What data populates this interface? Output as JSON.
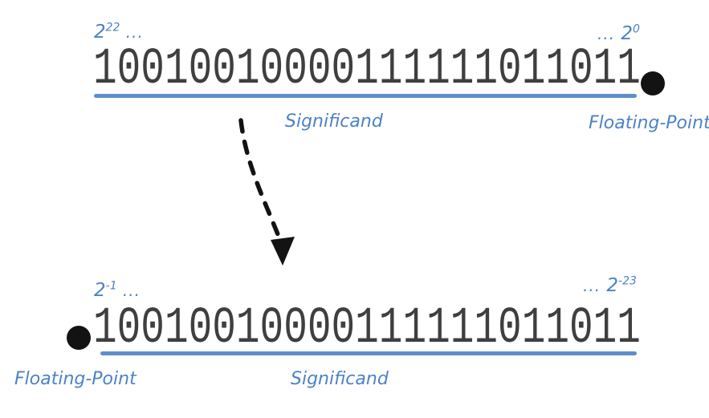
{
  "diagram": {
    "title_semantics": "significand bit-weight reinterpretation",
    "colors": {
      "label_blue": "#4d82c6",
      "line_blue": "#5e8fc9",
      "digit_gray": "#3f3f3f",
      "ink_black": "#131313"
    },
    "top": {
      "bits": "10010010000111111011011",
      "left_exp_base": "2",
      "left_exp_sup": "22",
      "left_dots": "...",
      "right_dots": "...",
      "right_exp_base": "2",
      "right_exp_sup": "0",
      "significand_label": "Significand",
      "floating_point_label": "Floating-Point"
    },
    "bottom": {
      "bits": "10010010000111111011011",
      "left_exp_base": "2",
      "left_exp_sup": "-1",
      "left_dots": "...",
      "right_dots": "...",
      "right_exp_base": "2",
      "right_exp_sup": "-23",
      "significand_label": "Significand",
      "floating_point_label": "Floating-Point"
    }
  }
}
